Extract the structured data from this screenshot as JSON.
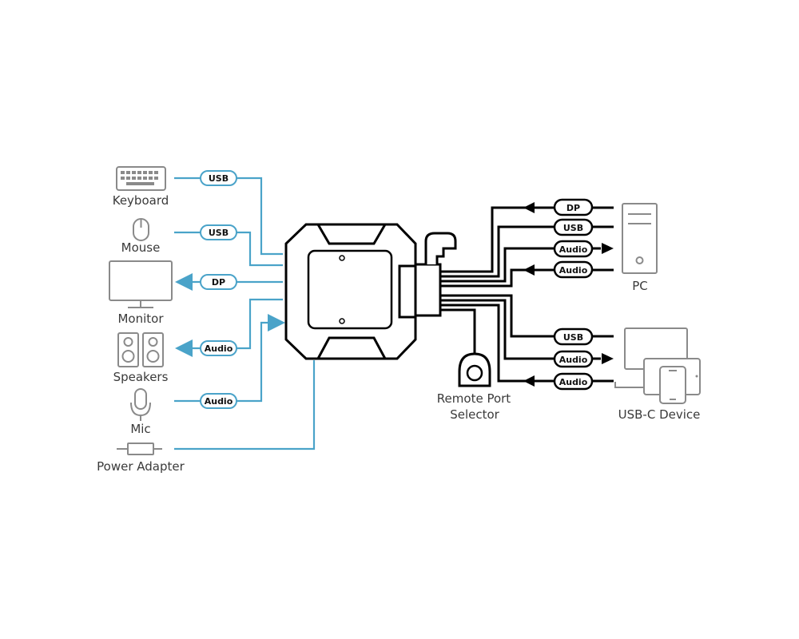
{
  "devices": {
    "keyboard": "Keyboard",
    "mouse": "Mouse",
    "monitor": "Monitor",
    "speakers": "Speakers",
    "mic": "Mic",
    "power_adapter": "Power Adapter",
    "remote_port_selector_line1": "Remote Port",
    "remote_port_selector_line2": "Selector",
    "pc": "PC",
    "usb_c_device": "USB-C Device"
  },
  "left_cables": {
    "keyboard": "USB",
    "mouse": "USB",
    "monitor": "DP",
    "speakers": "Audio",
    "mic": "Audio"
  },
  "right_cables": {
    "pc_dp": "DP",
    "pc_usb": "USB",
    "pc_audio_out": "Audio",
    "pc_audio_in": "Audio",
    "usbc_usb": "USB",
    "usbc_audio_out": "Audio",
    "usbc_audio_in": "Audio"
  },
  "colors": {
    "console_line": "#4aa3c9",
    "computer_line": "#000000",
    "device_icon": "#8a8a8a"
  }
}
